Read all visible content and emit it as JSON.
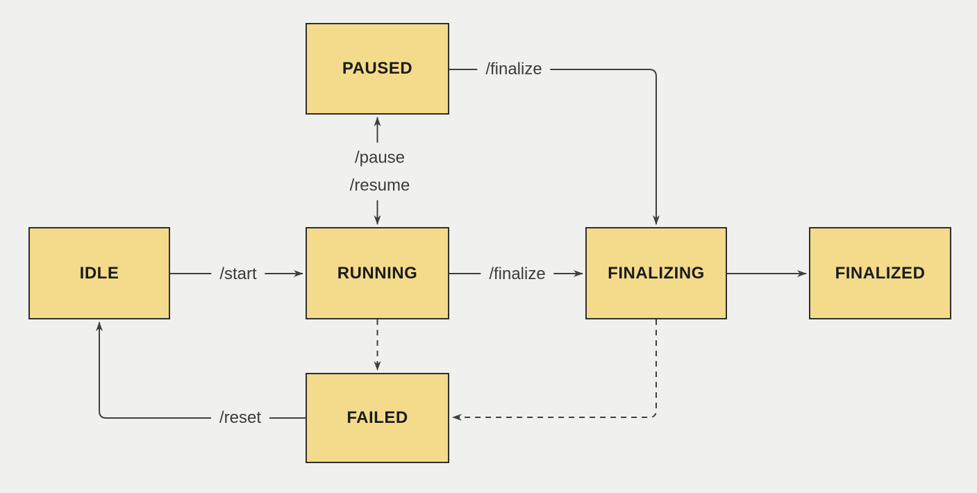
{
  "diagram": {
    "type": "state-machine-flowchart",
    "colors": {
      "background": "#f0f0ee",
      "node_fill": "#f3db8b",
      "node_border": "#2e2e2e",
      "edge_color": "#3f3f3f",
      "edge_label_color": "#3b3b3b",
      "node_text_color": "#1b1b1b"
    },
    "nodes": {
      "paused": {
        "label": "PAUSED"
      },
      "idle": {
        "label": "IDLE"
      },
      "running": {
        "label": "RUNNING"
      },
      "finalizing": {
        "label": "FINALIZING"
      },
      "finalized": {
        "label": "FINALIZED"
      },
      "failed": {
        "label": "FAILED"
      }
    },
    "edge_labels": {
      "start": "/start",
      "pause": "/pause",
      "resume": "/resume",
      "finalize_top": "/finalize",
      "finalize_mid": "/finalize",
      "reset": "/reset"
    },
    "edges": [
      {
        "from": "IDLE",
        "to": "RUNNING",
        "label": "/start",
        "style": "solid"
      },
      {
        "from": "RUNNING",
        "to": "PAUSED",
        "label": "/pause",
        "style": "solid"
      },
      {
        "from": "PAUSED",
        "to": "RUNNING",
        "label": "/resume",
        "style": "solid"
      },
      {
        "from": "PAUSED",
        "to": "FINALIZING",
        "label": "/finalize",
        "style": "solid"
      },
      {
        "from": "RUNNING",
        "to": "FINALIZING",
        "label": "/finalize",
        "style": "solid"
      },
      {
        "from": "FINALIZING",
        "to": "FINALIZED",
        "label": "",
        "style": "solid"
      },
      {
        "from": "RUNNING",
        "to": "FAILED",
        "label": "",
        "style": "dashed"
      },
      {
        "from": "FINALIZING",
        "to": "FAILED",
        "label": "",
        "style": "dashed"
      },
      {
        "from": "FAILED",
        "to": "IDLE",
        "label": "/reset",
        "style": "solid"
      }
    ]
  }
}
